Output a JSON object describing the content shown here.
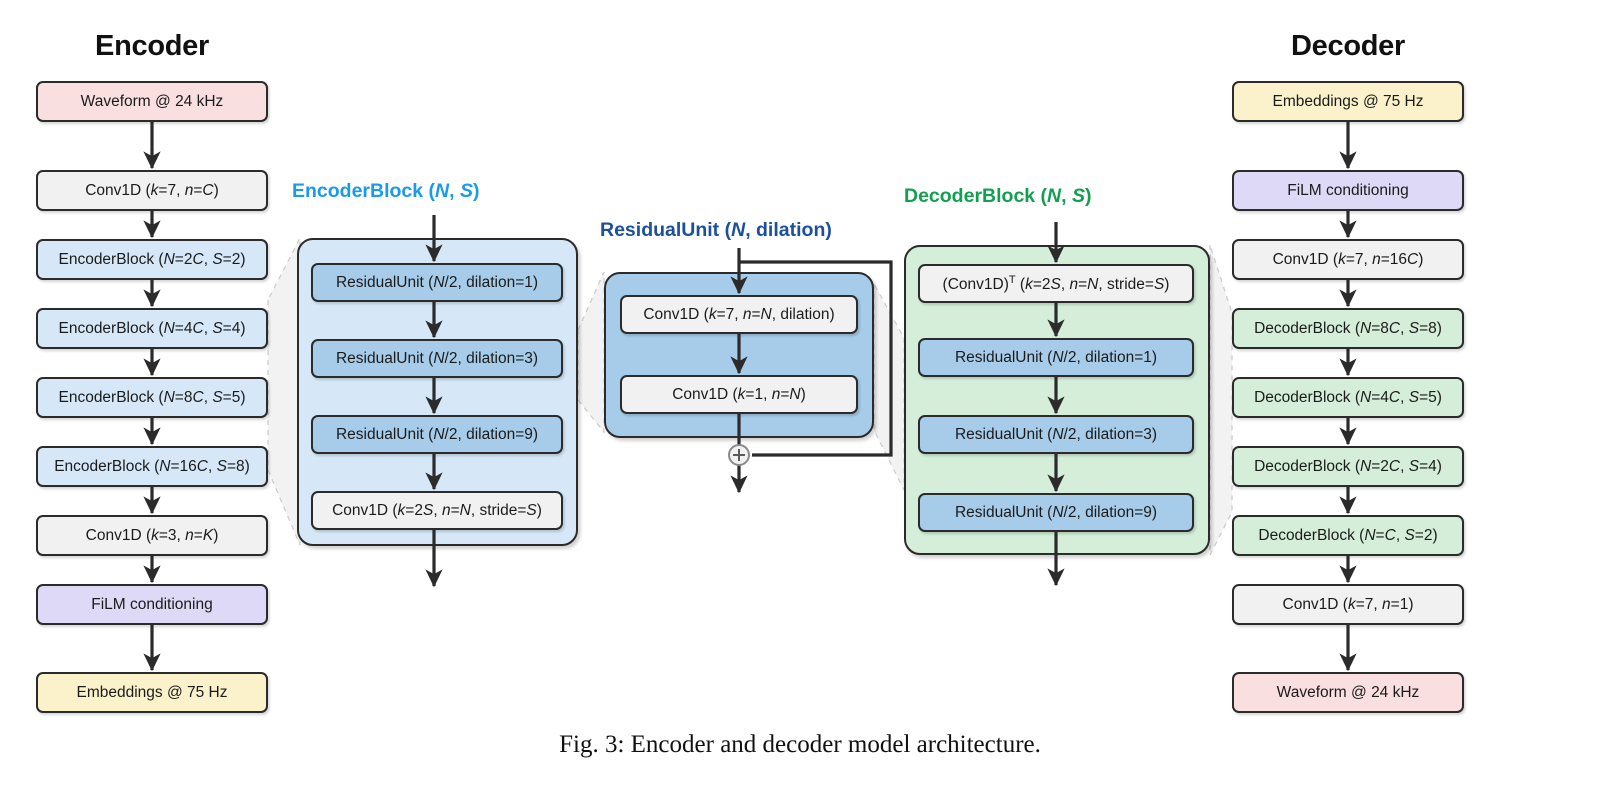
{
  "figure": {
    "caption": "Fig. 3: Encoder and decoder model architecture."
  },
  "encoder": {
    "title": "Encoder",
    "nodes": [
      {
        "label": "Waveform @ 24 kHz",
        "color": "#fadfe0",
        "kind": "io"
      },
      {
        "label": "Conv1D (k=7, n=C)",
        "color": "#f1f1f1",
        "kind": "op"
      },
      {
        "label": "EncoderBlock (N=2C, S=2)",
        "color": "#d6e8f7",
        "kind": "block"
      },
      {
        "label": "EncoderBlock (N=4C, S=4)",
        "color": "#d6e8f7",
        "kind": "block"
      },
      {
        "label": "EncoderBlock (N=8C, S=5)",
        "color": "#d6e8f7",
        "kind": "block"
      },
      {
        "label": "EncoderBlock (N=16C, S=8)",
        "color": "#d6e8f7",
        "kind": "block"
      },
      {
        "label": "Conv1D (k=3, n=K)",
        "color": "#f1f1f1",
        "kind": "op"
      },
      {
        "label": "FiLM conditioning",
        "color": "#ddd9f6",
        "kind": "cond"
      },
      {
        "label": "Embeddings @ 75 Hz",
        "color": "#fbf1ca",
        "kind": "io"
      }
    ]
  },
  "encoder_block": {
    "title": "EncoderBlock (N, S)",
    "title_color": "#1a9ae8",
    "panel_color": "#d6e8f7",
    "nodes": [
      {
        "label": "ResidualUnit (N/2, dilation=1)",
        "color": "#a6cce9"
      },
      {
        "label": "ResidualUnit (N/2, dilation=3)",
        "color": "#a6cce9"
      },
      {
        "label": "ResidualUnit (N/2, dilation=9)",
        "color": "#a6cce9"
      },
      {
        "label": "Conv1D (k=2S, n=N, stride=S)",
        "color": "#f1f1f1"
      }
    ]
  },
  "residual_unit": {
    "title": "ResidualUnit (N, dilation)",
    "title_color": "#1c4f9c",
    "panel_color": "#a6cce9",
    "nodes": [
      {
        "label": "Conv1D (k=7, n=N, dilation)",
        "color": "#f1f1f1"
      },
      {
        "label": "Conv1D (k=1, n=N)",
        "color": "#f1f1f1"
      }
    ],
    "sum_symbol": "+"
  },
  "decoder_block": {
    "title": "DecoderBlock (N, S)",
    "title_color": "#12a050",
    "panel_color": "#d4eeda",
    "nodes": [
      {
        "label": "(Conv1D)T (k=2S, n=N, stride=S)",
        "color": "#f1f1f1"
      },
      {
        "label": "ResidualUnit (N/2, dilation=1)",
        "color": "#a6cce9"
      },
      {
        "label": "ResidualUnit (N/2, dilation=3)",
        "color": "#a6cce9"
      },
      {
        "label": "ResidualUnit (N/2, dilation=9)",
        "color": "#a6cce9"
      }
    ]
  },
  "decoder": {
    "title": "Decoder",
    "nodes": [
      {
        "label": "Embeddings @ 75 Hz",
        "color": "#fbf1ca",
        "kind": "io"
      },
      {
        "label": "FiLM conditioning",
        "color": "#ddd9f6",
        "kind": "cond"
      },
      {
        "label": "Conv1D (k=7, n=16C)",
        "color": "#f1f1f1",
        "kind": "op"
      },
      {
        "label": "DecoderBlock (N=8C, S=8)",
        "color": "#d4eeda",
        "kind": "block"
      },
      {
        "label": "DecoderBlock (N=4C, S=5)",
        "color": "#d4eeda",
        "kind": "block"
      },
      {
        "label": "DecoderBlock (N=2C, S=4)",
        "color": "#d4eeda",
        "kind": "block"
      },
      {
        "label": "DecoderBlock (N=C, S=2)",
        "color": "#d4eeda",
        "kind": "block"
      },
      {
        "label": "Conv1D (k=7, n=1)",
        "color": "#f1f1f1",
        "kind": "op"
      },
      {
        "label": "Waveform @ 24 kHz",
        "color": "#fadfe0",
        "kind": "io"
      }
    ]
  },
  "colors": {
    "arrow": "#2b2b2b",
    "border": "#2b2b2b",
    "zoom_wedge_fill": "#f2f2f3",
    "zoom_wedge_stroke": "#c9c9c9"
  }
}
